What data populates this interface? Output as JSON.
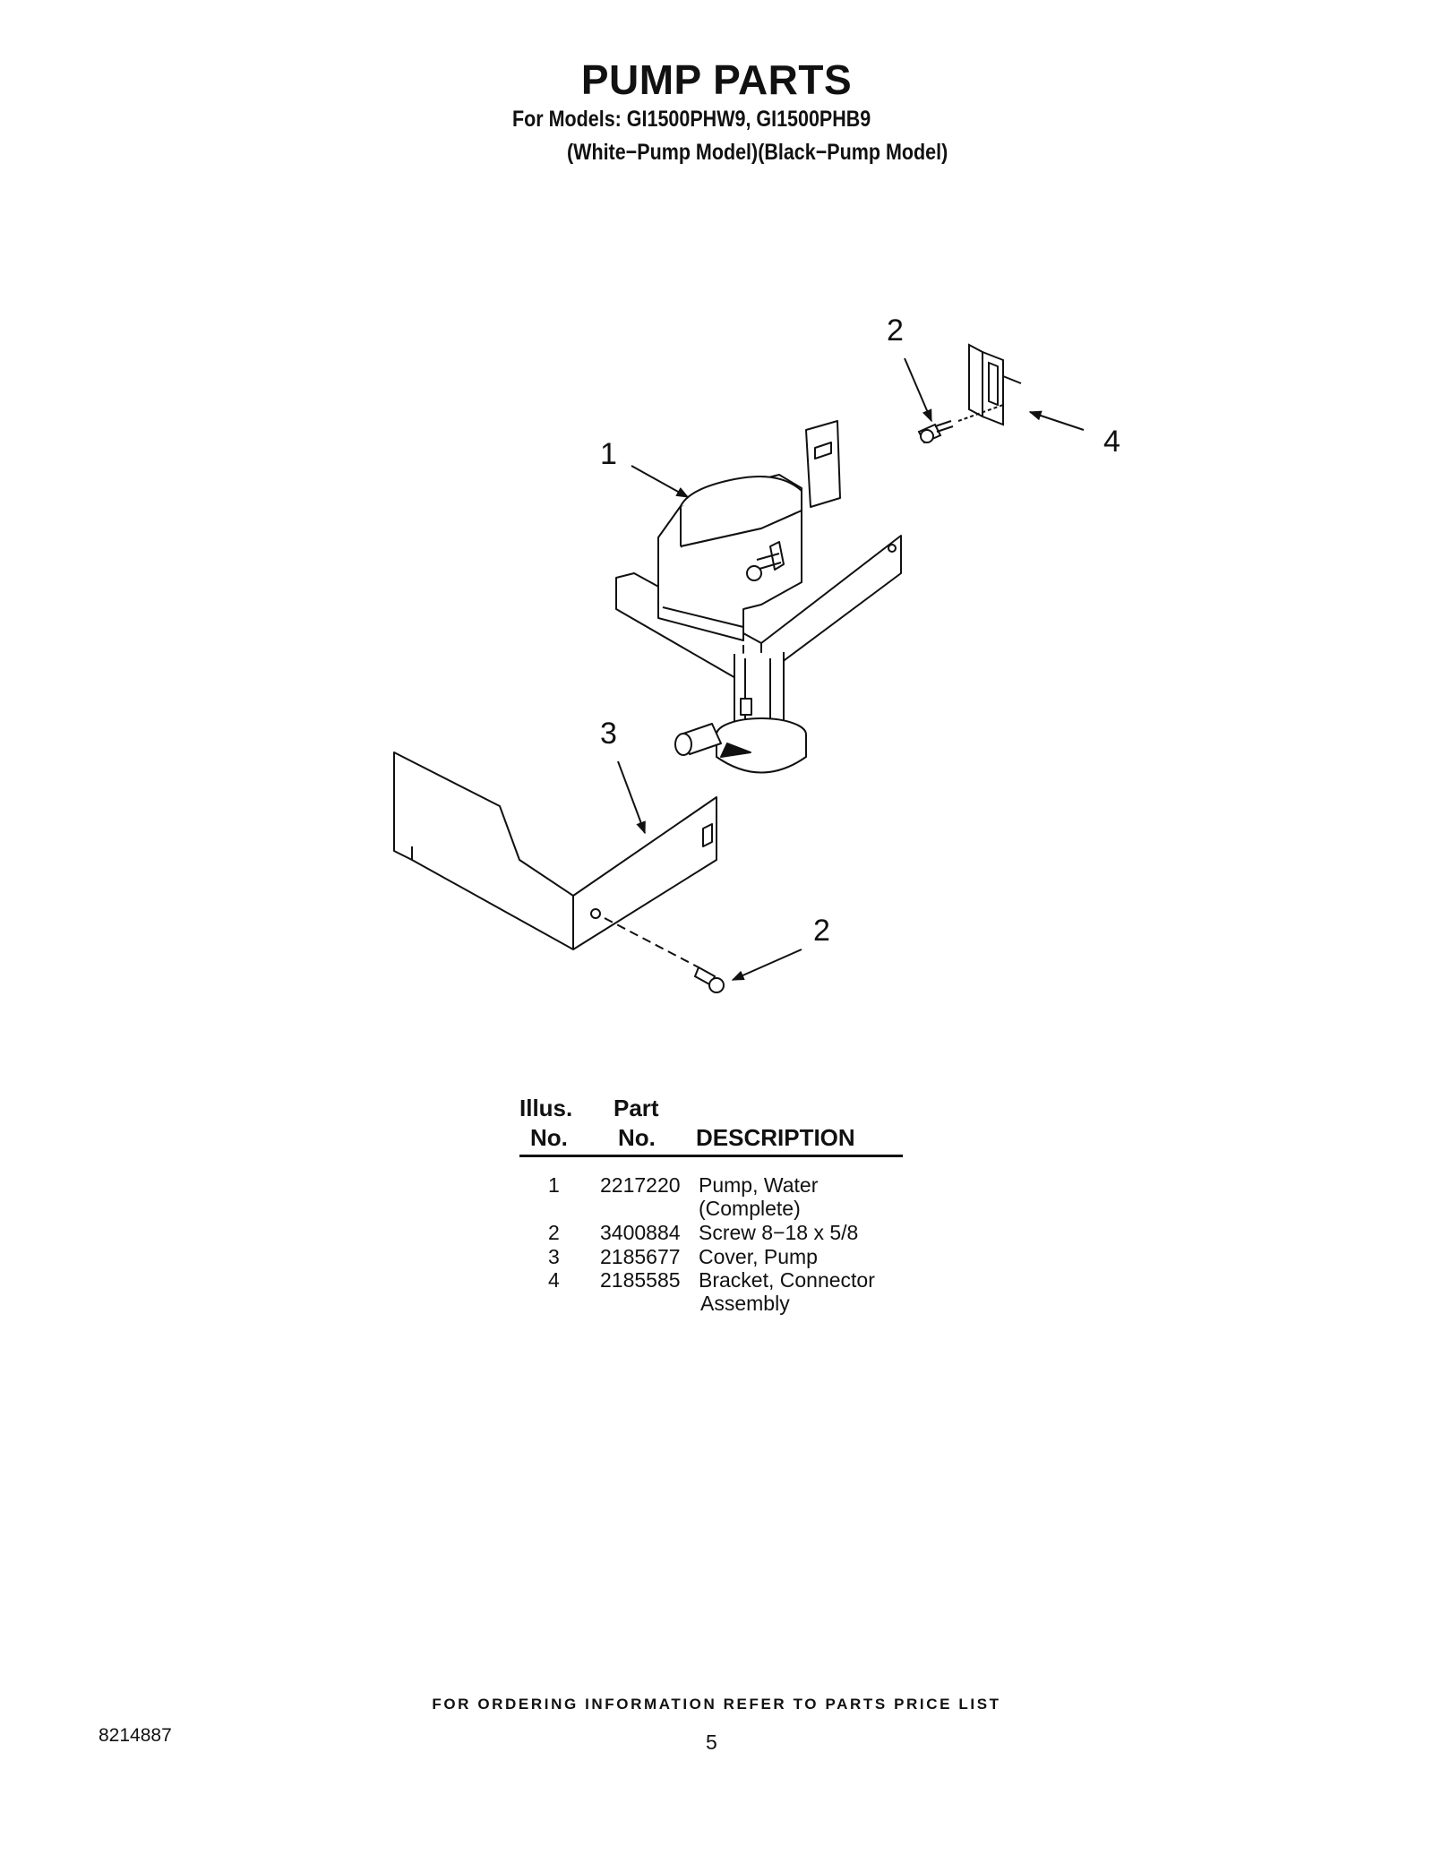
{
  "header": {
    "title": "PUMP PARTS",
    "models_line": "For Models: GI1500PHW9, GI1500PHB9",
    "variants_line": "(White−Pump Model)(Black−Pump Model)"
  },
  "diagram": {
    "callouts": [
      "2",
      "1",
      "4",
      "3",
      "2"
    ]
  },
  "parts_table": {
    "headers": {
      "illus_top": "Illus.",
      "illus_bottom": "No.",
      "part_top": "Part",
      "part_bottom": "No.",
      "description": "DESCRIPTION"
    },
    "rows": [
      {
        "illus": "1",
        "part": "2217220",
        "desc_1": "Pump, Water",
        "desc_2": "(Complete)"
      },
      {
        "illus": "2",
        "part": "3400884",
        "desc_1": "Screw 8−18 x 5/8",
        "desc_2": ""
      },
      {
        "illus": "3",
        "part": "2185677",
        "desc_1": "Cover, Pump",
        "desc_2": ""
      },
      {
        "illus": "4",
        "part": "2185585",
        "desc_1": "Bracket, Connector",
        "desc_2": "Assembly"
      }
    ]
  },
  "footer": {
    "note": "FOR ORDERING INFORMATION REFER TO PARTS PRICE LIST",
    "doc_number": "8214887",
    "page_number": "5"
  }
}
